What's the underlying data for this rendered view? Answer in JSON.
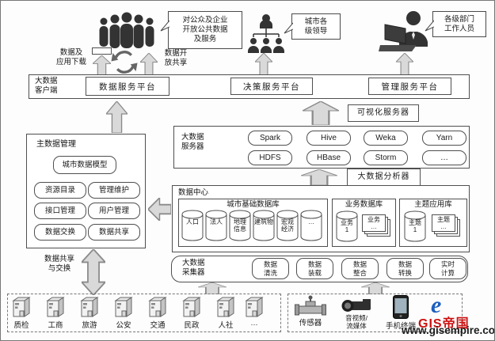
{
  "colors": {
    "arrow_fill": "#d9d9d9",
    "arrow_stroke": "#8a8a8a",
    "line": "#4f4f4f",
    "watermark_red": "#cc1111",
    "watermark_blue": "#1d5fbf"
  },
  "actors": {
    "public_callout": "对公众及企业\n开放公共数据\n及服务",
    "leaders_callout": "城市各\n级领导",
    "staff_callout": "各级部门\n工作人员"
  },
  "flow_labels": {
    "download": "数据及\n应用下载",
    "open_share": "数据开\n放共享",
    "share_exchange": "数据共享\n与交换"
  },
  "client": {
    "label": "大数据\n客户端",
    "platforms": [
      "数据服务平台",
      "决策服务平台",
      "管理服务平台"
    ]
  },
  "viz_server_label": "可视化服务器",
  "analyzer_label": "大数据分析器",
  "big_data_server": {
    "label": "大数据\n服务器",
    "row1": [
      "Spark",
      "Hive",
      "Weka",
      "Yarn"
    ],
    "row2": [
      "HDFS",
      "HBase",
      "Storm",
      "…"
    ]
  },
  "master_data": {
    "label": "主数据管理",
    "model": "城市数据模型",
    "items": [
      "资源目录",
      "管理维护",
      "接口管理",
      "用户管理",
      "数据交换",
      "数据共享"
    ]
  },
  "data_center": {
    "label": "数据中心",
    "base_db": {
      "title": "城市基础数据库",
      "cylinders": [
        "人口",
        "法人",
        "地理\n信息",
        "建筑物",
        "宏观\n经济",
        "…"
      ]
    },
    "business_db": {
      "title": "业务数据库",
      "cylinder": "业务\n1",
      "stack": "业务\n…"
    },
    "theme_db": {
      "title": "主题应用库",
      "cylinder": "主题\n1",
      "stack": "主题\n…"
    }
  },
  "collector": {
    "label": "大数据\n采集器",
    "chips": [
      "数据\n清洗",
      "数据\n装载",
      "数据\n整合",
      "数据\n转换",
      "实时\n计算"
    ]
  },
  "sources_left": [
    "质检",
    "工商",
    "旅游",
    "公安",
    "交通",
    "民政",
    "人社",
    "…"
  ],
  "sources_right": [
    "传感器",
    "音视频/\n流媒体",
    "手机终端"
  ],
  "watermark": {
    "brand": "GIS帝国",
    "url": "www.gisempire.com"
  }
}
